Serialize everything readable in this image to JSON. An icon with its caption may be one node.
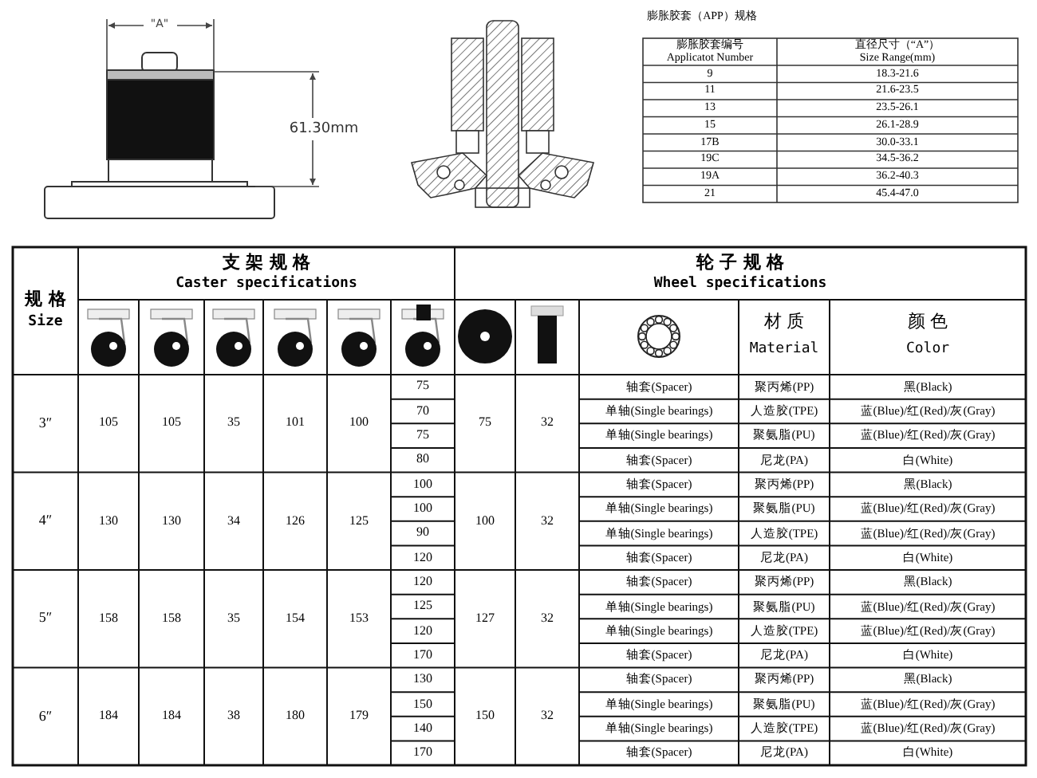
{
  "diagram": {
    "labels": [
      "\"A\"",
      "61.30mm",
      "膨胀胶套（APP）规格",
      "膨胀胶套编号",
      "Applicatot Number",
      "直径尺寸（“A”）",
      "Size Range(mm)",
      "9",
      "18.3-21.6",
      "11",
      "21.6-23.5",
      "13",
      "23.5-26.1",
      "15",
      "26.1-28.9",
      "17B",
      "30.0-33.1",
      "19C",
      "34.5-36.2",
      "19A",
      "36.2-40.3",
      "21",
      "45.4-47.0",
      "规 格",
      "Size",
      "支 架 规 格",
      "Caster specifications",
      "轮 子 规 格",
      "Wheel specifications",
      "材 质",
      "Material",
      "颜 色",
      "Color",
      "3″",
      "105",
      "105",
      "35",
      "101",
      "100",
      "75",
      "75",
      "32",
      "轴套(Spacer)",
      "聚丙烯(PP)",
      "黑(Black)",
      "70",
      "单轴(Single bearings)",
      "人造胶(TPE)",
      "蓝(Blue)/红(Red)/灰(Gray)",
      "75",
      "单轴(Single bearings)",
      "聚氨脂(PU)",
      "蓝(Blue)/红(Red)/灰(Gray)",
      "80",
      "轴套(Spacer)",
      "尼龙(PA)",
      "白(White)",
      "4″",
      "130",
      "130",
      "34",
      "126",
      "125",
      "100",
      "100",
      "32",
      "轴套(Spacer)",
      "聚丙烯(PP)",
      "黑(Black)",
      "100",
      "单轴(Single bearings)",
      "聚氨脂(PU)",
      "蓝(Blue)/红(Red)/灰(Gray)",
      "90",
      "单轴(Single bearings)",
      "人造胶(TPE)",
      "蓝(Blue)/红(Red)/灰(Gray)",
      "120",
      "轴套(Spacer)",
      "尼龙(PA)",
      "白(White)",
      "5″",
      "158",
      "158",
      "35",
      "154",
      "153",
      "120",
      "127",
      "32",
      "轴套(Spacer)",
      "聚丙烯(PP)",
      "黑(Black)",
      "125",
      "单轴(Single bearings)",
      "聚氨脂(PU)",
      "蓝(Blue)/红(Red)/灰(Gray)",
      "120",
      "单轴(Single bearings)",
      "人造胶(TPE)",
      "蓝(Blue)/红(Red)/灰(Gray)",
      "170",
      "轴套(Spacer)",
      "尼龙(PA)",
      "白(White)",
      "6″",
      "184",
      "184",
      "38",
      "180",
      "179",
      "130",
      "150",
      "32",
      "轴套(Spacer)",
      "聚丙烯(PP)",
      "黑(Black)",
      "150",
      "单轴(Single bearings)",
      "聚氨脂(PU)",
      "蓝(Blue)/红(Red)/灰(Gray)",
      "140",
      "单轴(Single bearings)",
      "人造胶(TPE)",
      "蓝(Blue)/红(Red)/灰(Gray)",
      "170",
      "轴套(Spacer)",
      "尼龙(PA)",
      "白(White)"
    ]
  }
}
